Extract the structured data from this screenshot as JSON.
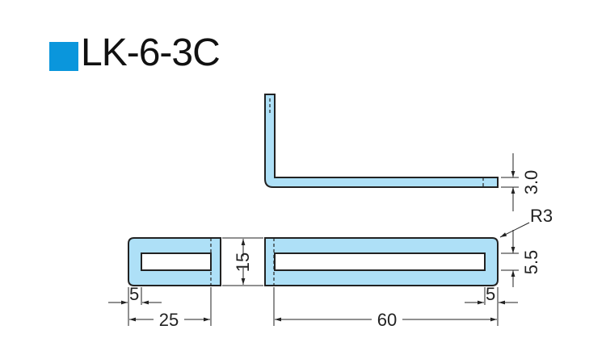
{
  "title": "LK-6-3C",
  "colors": {
    "accent": "#0a96dc",
    "part_fill": "#aee0f7",
    "line": "#222222"
  },
  "dimensions": {
    "thickness": "3.0",
    "radius": "R3",
    "slot_width": "5.5",
    "height": "15",
    "short_margin": "5",
    "short_length": "25",
    "long_length": "60",
    "long_margin": "5"
  }
}
